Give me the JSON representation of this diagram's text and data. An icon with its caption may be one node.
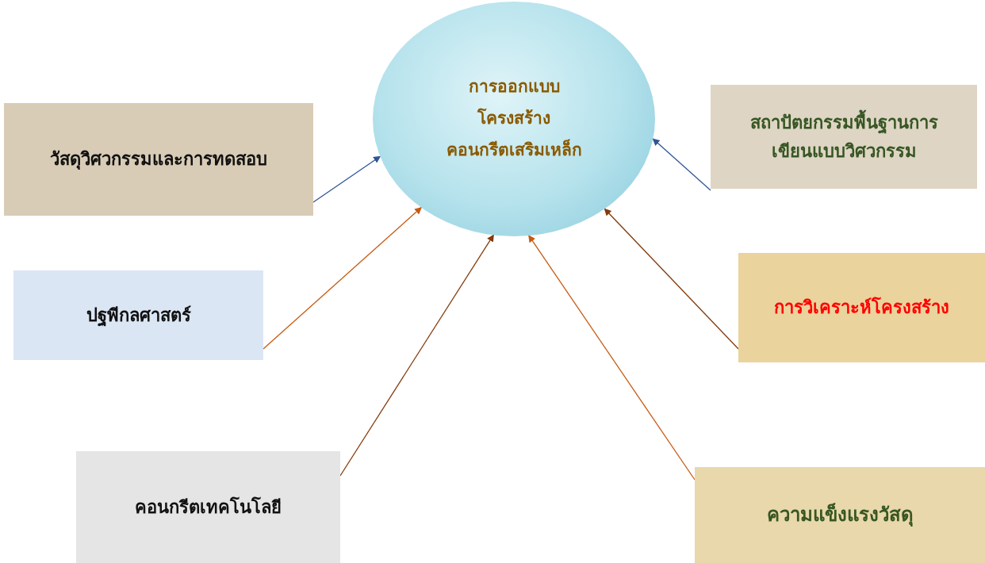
{
  "diagram": {
    "nodes": [
      {
        "text": [
          "การออกแบบโครงสร้างคอนกรีตเสริมเหล็ก"
        ]
      },
      {
        "text": [
          "วัสดุวิศวกรรมและการทดสอบ"
        ]
      },
      {
        "text": [
          "สถาปัตยกรรมพื้นฐานการเขียนแบบวิศวกรรม"
        ]
      },
      {
        "text": [
          "ปฐพีกลศาสตร์"
        ]
      },
      {
        "text": [
          "การวิเคราะห์โครงสร้าง"
        ]
      },
      {
        "text": [
          "คอนกรีตเทคโนโลยี"
        ]
      },
      {
        "text": [
          "ความแข็งแรงวัสดุ"
        ]
      }
    ],
    "edges": [
      {
        "from": 1,
        "to": 0,
        "arrow": "to",
        "color": "#2f5597"
      },
      {
        "from": 2,
        "to": 0,
        "arrow": "to",
        "color": "#2f5597"
      },
      {
        "from": 3,
        "to": 0,
        "arrow": "to",
        "color": "#c55a11"
      },
      {
        "from": 4,
        "to": 0,
        "arrow": "to",
        "color": "#843c0c"
      },
      {
        "from": 5,
        "to": 0,
        "arrow": "to",
        "color": "#843c0c"
      },
      {
        "from": 6,
        "to": 0,
        "arrow": "to",
        "color": "#c55a11"
      }
    ]
  }
}
